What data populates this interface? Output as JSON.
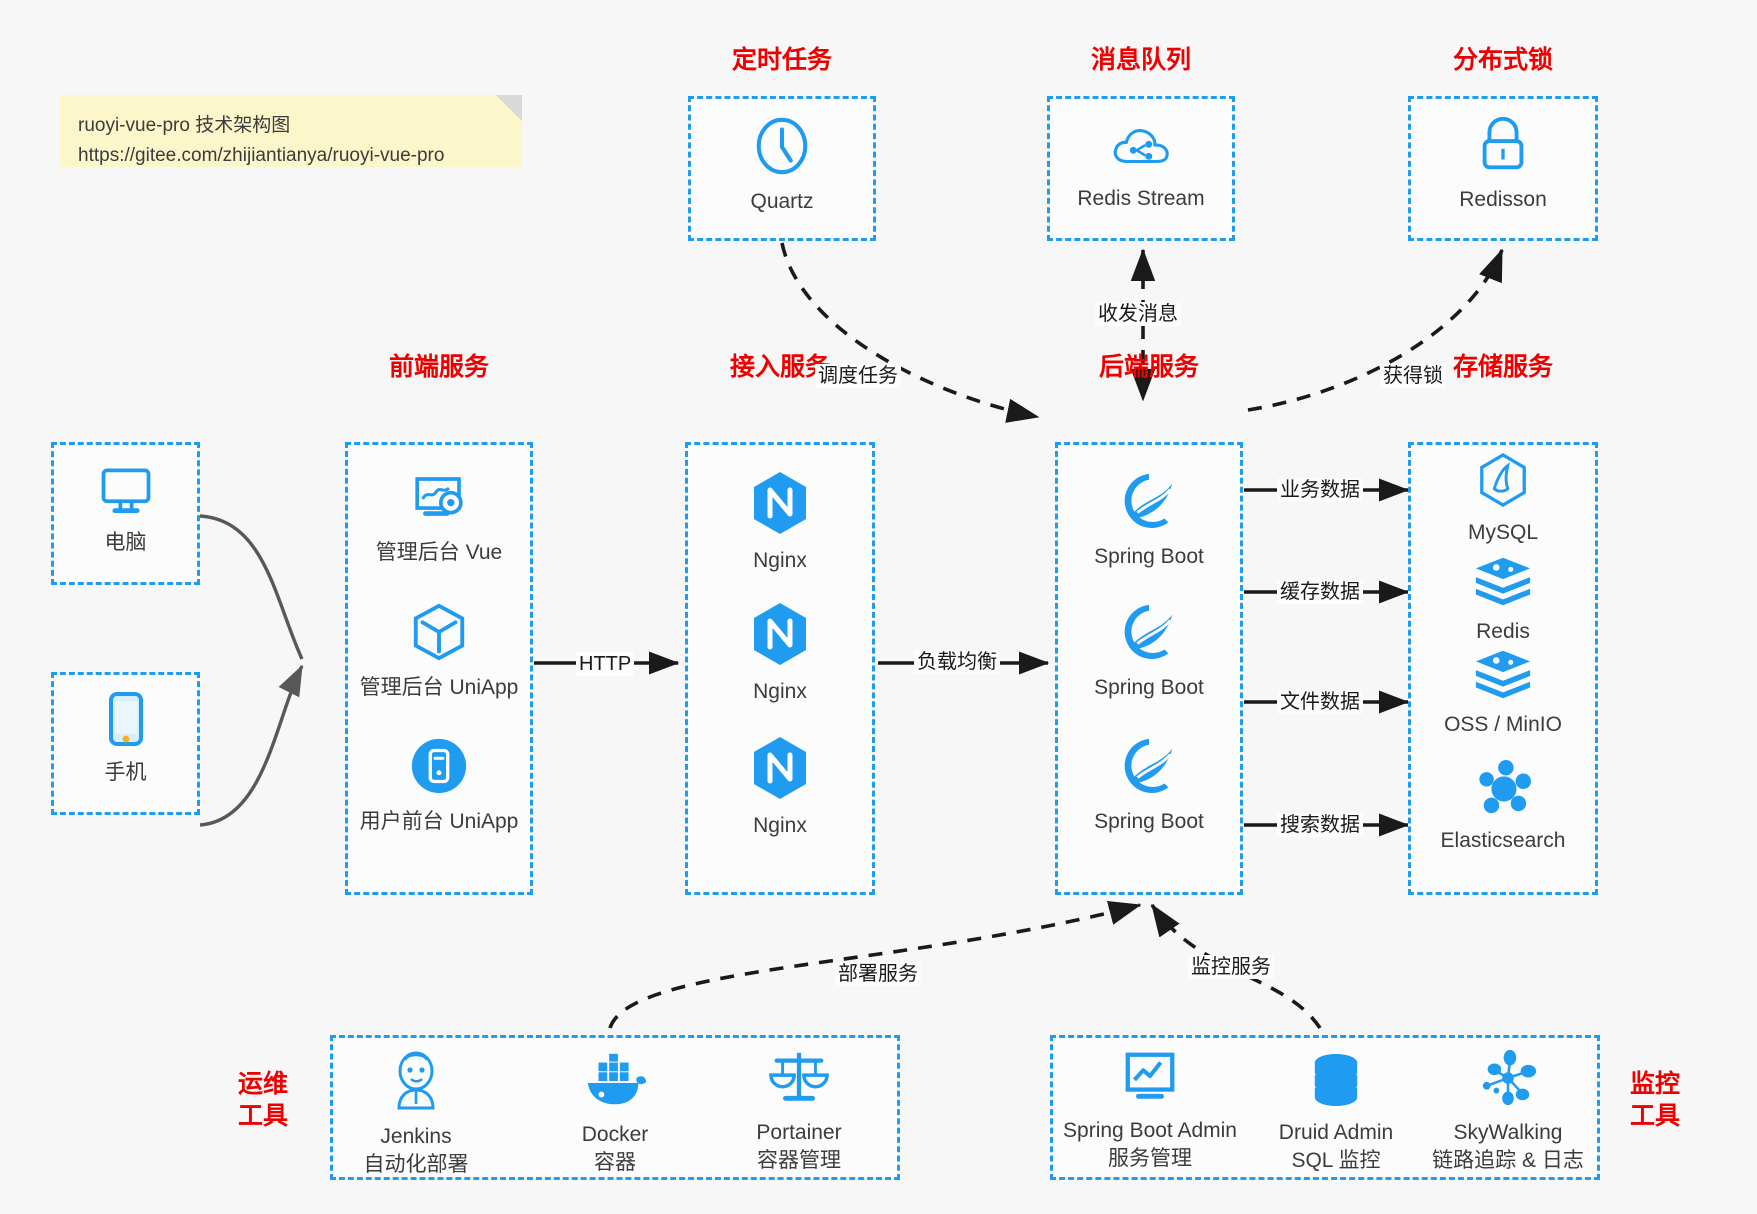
{
  "note": {
    "line1": "ruoyi-vue-pro 技术架构图",
    "line2": "https://gitee.com/zhijiantianya/ruoyi-vue-pro"
  },
  "colors": {
    "accent_blue": "#1f9bf0",
    "caption_red": "#ee0000",
    "note_yellow": "#fbf7ca",
    "background": "#f7f7f7",
    "text_dark": "#3c3c3c",
    "edge_black": "#1a1a1a",
    "edge_gray": "#585858"
  },
  "captions": {
    "scheduled_task": "定时任务",
    "message_queue": "消息队列",
    "distributed_lock": "分布式锁",
    "frontend_service": "前端服务",
    "access_service": "接入服务",
    "backend_service": "后端服务",
    "storage_service": "存储服务",
    "devops_tools": "运维工具",
    "monitor_tools": "监控工具"
  },
  "groups": {
    "scheduled_task": {
      "nodes": [
        {
          "icon": "clock-icon",
          "label": "Quartz"
        }
      ]
    },
    "message_queue": {
      "nodes": [
        {
          "icon": "cloud-stream-icon",
          "label": "Redis Stream"
        }
      ]
    },
    "distributed_lock": {
      "nodes": [
        {
          "icon": "lock-icon",
          "label": "Redisson"
        }
      ]
    },
    "clients": {
      "nodes": [
        {
          "icon": "desktop-icon",
          "label": "电脑"
        },
        {
          "icon": "mobile-phone-icon",
          "label": "手机"
        }
      ]
    },
    "frontend_service": {
      "nodes": [
        {
          "icon": "dashboard-gear-icon",
          "label": "管理后台 Vue"
        },
        {
          "icon": "cube-icon",
          "label": "管理后台 UniApp"
        },
        {
          "icon": "app-circle-icon",
          "label": "用户前台 UniApp"
        }
      ]
    },
    "access_service": {
      "nodes": [
        {
          "icon": "nginx-icon",
          "label": "Nginx"
        },
        {
          "icon": "nginx-icon",
          "label": "Nginx"
        },
        {
          "icon": "nginx-icon",
          "label": "Nginx"
        }
      ]
    },
    "backend_service": {
      "nodes": [
        {
          "icon": "spring-boot-icon",
          "label": "Spring Boot"
        },
        {
          "icon": "spring-boot-icon",
          "label": "Spring Boot"
        },
        {
          "icon": "spring-boot-icon",
          "label": "Spring Boot"
        }
      ]
    },
    "storage_service": {
      "nodes": [
        {
          "icon": "mysql-icon",
          "label": "MySQL"
        },
        {
          "icon": "redis-icon",
          "label": "Redis"
        },
        {
          "icon": "oss-minio-icon",
          "label": "OSS / MinIO"
        },
        {
          "icon": "elasticsearch-icon",
          "label": "Elasticsearch"
        }
      ]
    },
    "devops_tools": {
      "nodes": [
        {
          "icon": "jenkins-icon",
          "label": "Jenkins",
          "sub": "自动化部署"
        },
        {
          "icon": "docker-icon",
          "label": "Docker",
          "sub": "容器"
        },
        {
          "icon": "scales-icon",
          "label": "Portainer",
          "sub": "容器管理"
        }
      ]
    },
    "monitor_tools": {
      "nodes": [
        {
          "icon": "monitor-chart-icon",
          "label": "Spring Boot Admin",
          "sub": "服务管理"
        },
        {
          "icon": "database-icon",
          "label": "Druid Admin",
          "sub": "SQL 监控"
        },
        {
          "icon": "skywalking-icon",
          "label": "SkyWalking",
          "sub": "链路追踪 & 日志"
        }
      ]
    }
  },
  "edges": {
    "http": "HTTP",
    "load_balance": "负载均衡",
    "schedule_task": "调度任务",
    "send_receive_message": "收发消息",
    "acquire_lock": "获得锁",
    "business_data": "业务数据",
    "cache_data": "缓存数据",
    "file_data": "文件数据",
    "search_data": "搜索数据",
    "deploy_service": "部署服务",
    "monitor_service": "监控服务"
  }
}
